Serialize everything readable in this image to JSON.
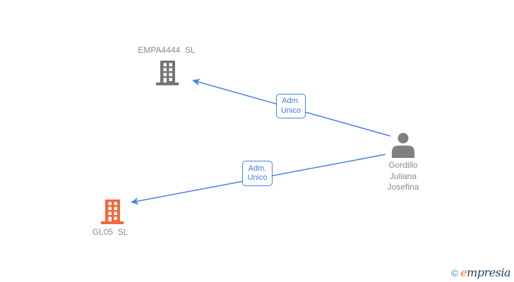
{
  "entities": {
    "company_top": {
      "label": "EMPA4444  SL",
      "color": "#757575"
    },
    "company_bottom": {
      "label": "GL05  SL",
      "color": "#f4683a"
    },
    "person": {
      "name_lines": {
        "0": "Gordillo",
        "1": "Juliana",
        "2": "Josefina"
      },
      "color": "#808080"
    }
  },
  "relationships": {
    "top": {
      "line1": "Adm.",
      "line2": "Unico"
    },
    "bottom": {
      "line1": "Adm.",
      "line2": "Unico"
    }
  },
  "colors": {
    "edge": "#4a80e2",
    "box_border": "#4a80e2",
    "box_text": "#3f7de0",
    "node_label": "#8a8a8a"
  },
  "watermark": {
    "copyright": "©",
    "brand_first_letter": "e",
    "brand_rest": "mpresia"
  }
}
